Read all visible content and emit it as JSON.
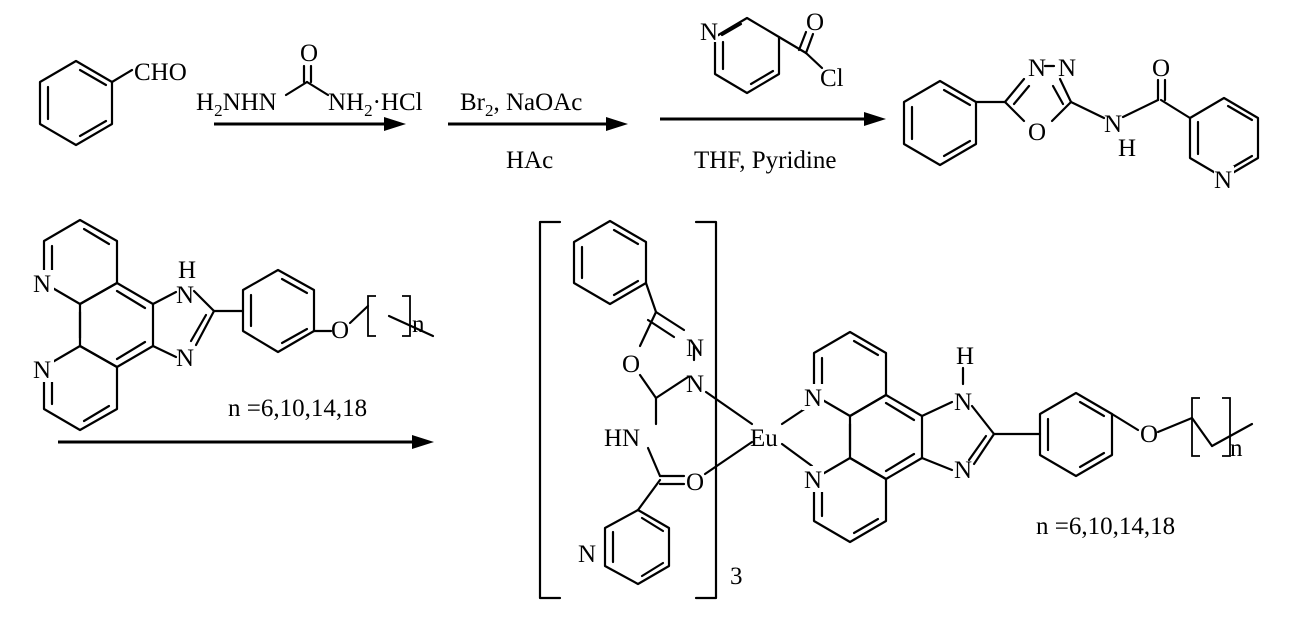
{
  "reagents": {
    "r1_label": "CHO",
    "semicarbazide": {
      "o": "O",
      "h2nhn_a": "H",
      "h2nhn_sub": "2",
      "h2nhn_b": "NHN",
      "nh2_a": "NH",
      "nh2_sub": "2",
      "nh2_b": "·HCl"
    },
    "step2_above_a": "Br",
    "step2_above_sub": "2",
    "step2_above_b": ",  NaOAc",
    "step2_below": "HAc",
    "acyl_o": "O",
    "acyl_cl": "Cl",
    "acyl_n": "N",
    "step3_below": "THF,  Pyridine"
  },
  "product1": {
    "n1": "N",
    "n2": "N",
    "o_ring": "O",
    "nh_n": "N",
    "nh_h": "H",
    "carbonyl_o": "O",
    "pyridine_n": "N"
  },
  "ligand": {
    "n_top": "N",
    "n_bottom": "N",
    "nh_h": "H",
    "nh_n": "N",
    "im_n": "N",
    "ether_o": "O",
    "chain_n": "n",
    "n_values": "n =6,10,14,18"
  },
  "complex": {
    "oxa_n1": "N",
    "oxa_n2": "N",
    "oxa_o": "O",
    "hn": "HN",
    "carbonyl_o": "O",
    "pyr_n": "N",
    "metal": "Eu",
    "bracket_count": "3",
    "phen_n_top": "N",
    "phen_n_bottom": "N",
    "im_h": "H",
    "im_nh": "N",
    "im_n": "N",
    "ether_o": "O",
    "chain_n": "n",
    "n_values": "n =6,10,14,18"
  }
}
